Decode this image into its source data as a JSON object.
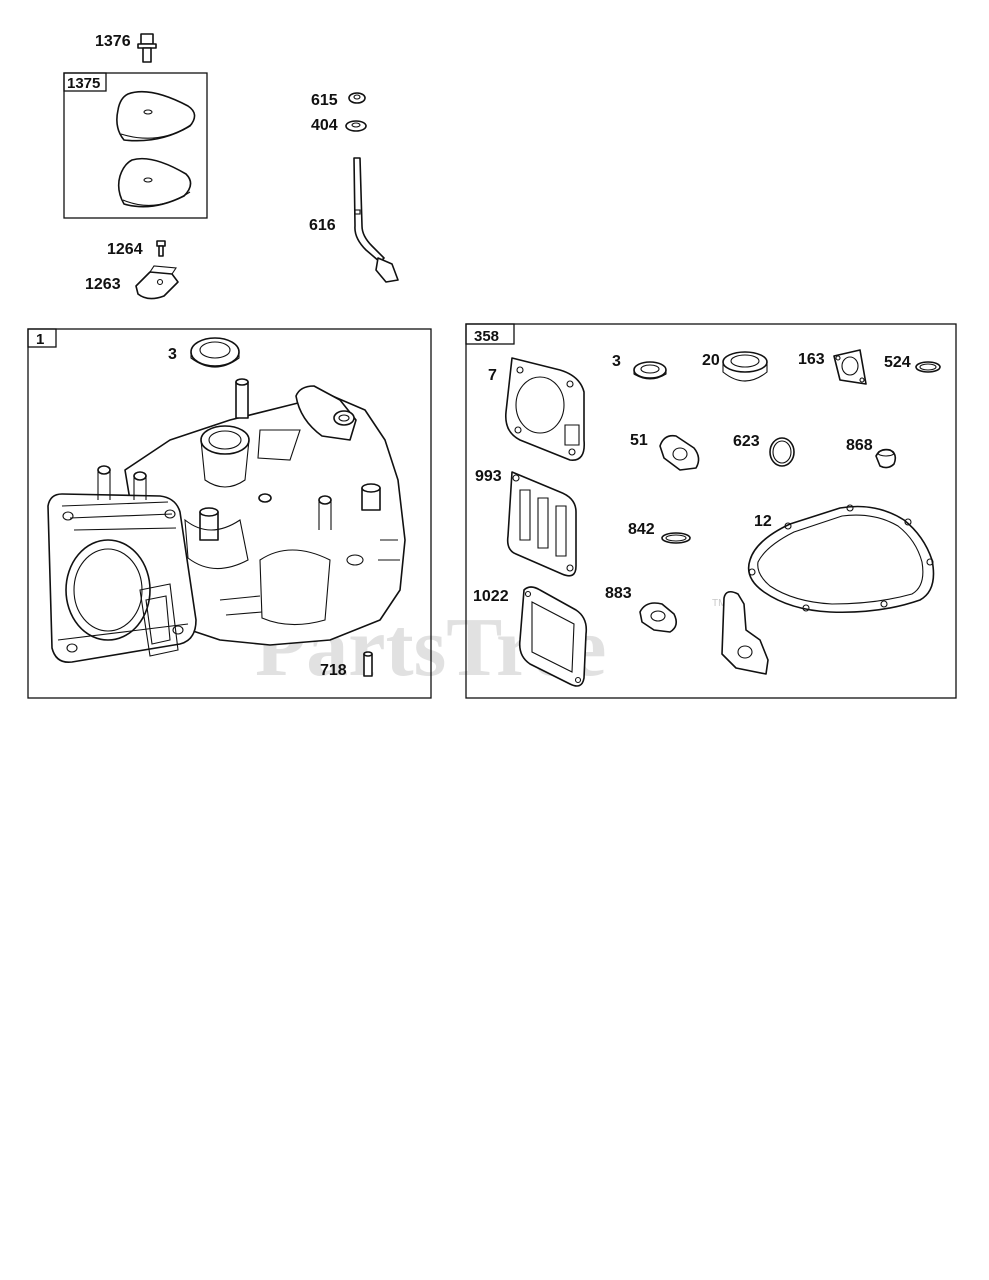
{
  "watermark": {
    "text": "PartsTree",
    "trademark": "TM"
  },
  "groups": {
    "g1375": {
      "label": "1375"
    },
    "g1": {
      "label": "1"
    },
    "g358": {
      "label": "358"
    }
  },
  "callouts": {
    "p1376": "1376",
    "p615": "615",
    "p404": "404",
    "p616": "616",
    "p1264": "1264",
    "p1263": "1263",
    "p3a": "3",
    "p718": "718",
    "p7": "7",
    "p3b": "3",
    "p20": "20",
    "p163": "163",
    "p524": "524",
    "p51": "51",
    "p623": "623",
    "p868": "868",
    "p993": "993",
    "p842": "842",
    "p12": "12",
    "p1022": "1022",
    "p883": "883"
  }
}
